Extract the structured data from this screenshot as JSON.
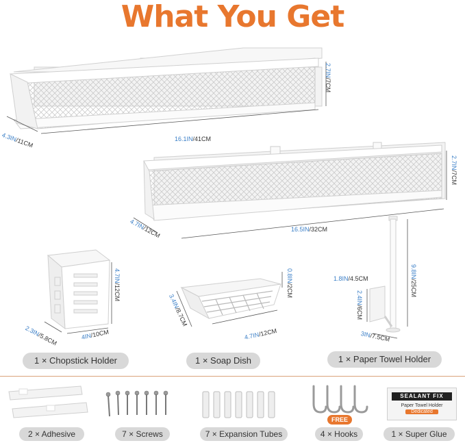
{
  "title": "What You Get",
  "shelf1": {
    "height_a": "2.7IN",
    "height_b": "/7CM",
    "width_a": "16.1IN",
    "width_b": "/41CM",
    "depth_a": "4.3IN",
    "depth_b": "/11CM"
  },
  "shelf2": {
    "height_a": "2.7IN",
    "height_b": "/7CM",
    "width_a": "16.5IN",
    "width_b": "/32CM",
    "depth_a": "4.7IN",
    "depth_b": "/12CM"
  },
  "chopstick": {
    "height_a": "4.7IN",
    "height_b": "/12CM",
    "width_a": "4IN",
    "width_b": "/10CM",
    "depth_a": "2.3IN",
    "depth_b": "/5.8CM",
    "label": "1 × Chopstick Holder"
  },
  "soap": {
    "height_a": "0.8IN",
    "height_b": "/2CM",
    "width_a": "4.7IN",
    "width_b": "/12CM",
    "depth_a": "3.4IN",
    "depth_b": "/8.7CM",
    "label": "1 × Soap Dish"
  },
  "towel": {
    "height_a": "9.8IN",
    "height_b": "/25CM",
    "arm_a": "1.8IN",
    "arm_b": "/4.5CM",
    "plate_a": "2.4IN",
    "plate_b": "/6CM",
    "width_a": "3IN",
    "width_b": "/7.5CM",
    "label": "1 × Paper Towel Holder"
  },
  "accessories": [
    {
      "label": "2 × Adhesive"
    },
    {
      "label": "7 × Screws"
    },
    {
      "label": "7 × Expansion Tubes"
    },
    {
      "label": "4 × Hooks"
    },
    {
      "label": "1 × Super Glue"
    }
  ],
  "hooks_badge": "FREE",
  "glue": {
    "brand": "SEALANT FIX",
    "sub": "Paper Towel Holder",
    "dedicated": "Dedicated"
  },
  "colors": {
    "accent": "#e8772e",
    "dim_highlight": "#3b7fc7",
    "pill": "#d8d8d8"
  }
}
